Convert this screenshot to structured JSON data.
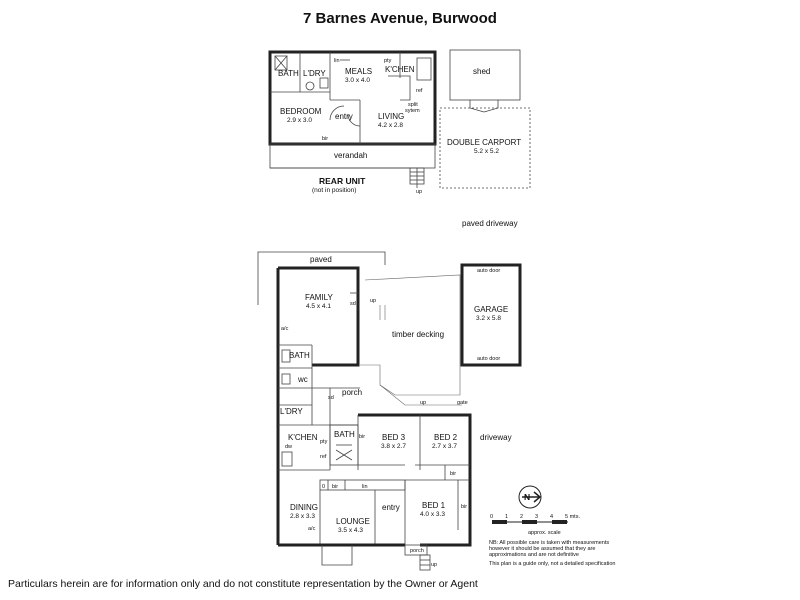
{
  "title": "7 Barnes Avenue, Burwood",
  "rear_unit": {
    "heading": "REAR UNIT",
    "subheading": "(not in position)",
    "rooms": {
      "bath": "BATH",
      "ldry": "L'DRY",
      "meals": "MEALS",
      "meals_dim": "3.0 x 4.0",
      "kchen": "K'CHEN",
      "bedroom": "BEDROOM",
      "bedroom_dim": "2.9 x 3.0",
      "entry": "entry",
      "living": "LIVING",
      "living_dim": "4.2 x 2.8",
      "verandah": "verandah",
      "lin": "lin",
      "pty": "pty",
      "ref": "ref",
      "split_1": "split",
      "split_2": "sytem",
      "bir": "bir",
      "up": "up"
    }
  },
  "outbuildings": {
    "shed": "shed",
    "carport": "DOUBLE CARPORT",
    "carport_dim": "5.2 x 5.2",
    "paved_driveway": "paved driveway"
  },
  "main_house": {
    "paved": "paved",
    "family": "FAMILY",
    "family_dim": "4.5 x 4.1",
    "sd": "sd",
    "ac": "a/c",
    "bath": "BATH",
    "wc": "wc",
    "ldry": "L'DRY",
    "porch": "porch",
    "kchen": "K'CHEN",
    "dw": "dw",
    "pty": "pty",
    "ref": "ref",
    "bath2": "BATH",
    "bir": "bir",
    "bed3": "BED 3",
    "bed3_dim": "3.8 x 2.7",
    "bed2": "BED 2",
    "bed2_dim": "2.7 x 3.7",
    "driveway": "driveway",
    "bir2": "bir",
    "lin": "lin",
    "bir3": "bir",
    "bed1": "BED 1",
    "bed1_dim": "4.0 x 3.3",
    "bir4": "bir",
    "dining": "DINING",
    "dining_dim": "2.8 x 3.3",
    "lounge": "LOUNGE",
    "lounge_dim": "3.5 x 4.3",
    "entry": "entry",
    "ac2": "a/c",
    "porch2": "porch",
    "up": "up",
    "timber_decking": "timber decking",
    "up2": "up",
    "up3": "up",
    "gate": "gate",
    "garage": "GARAGE",
    "garage_dim": "3.2 x 5.8",
    "auto_door_top": "auto door",
    "auto_door_bottom": "auto door"
  },
  "legend": {
    "north": "N",
    "scale_ticks": [
      "0",
      "1",
      "2",
      "3",
      "4",
      "5 mts."
    ],
    "scale_label": "approx. scale",
    "note_1": "NB: All possible care is taken with measurements",
    "note_2": "however it should be assumed that they are",
    "note_3": "approximations and are not definitive",
    "note_4": "This plan is a guide only, not a detailed specification"
  },
  "footer": "Particulars herein are for information only and do not constitute representation by the Owner or Agent"
}
